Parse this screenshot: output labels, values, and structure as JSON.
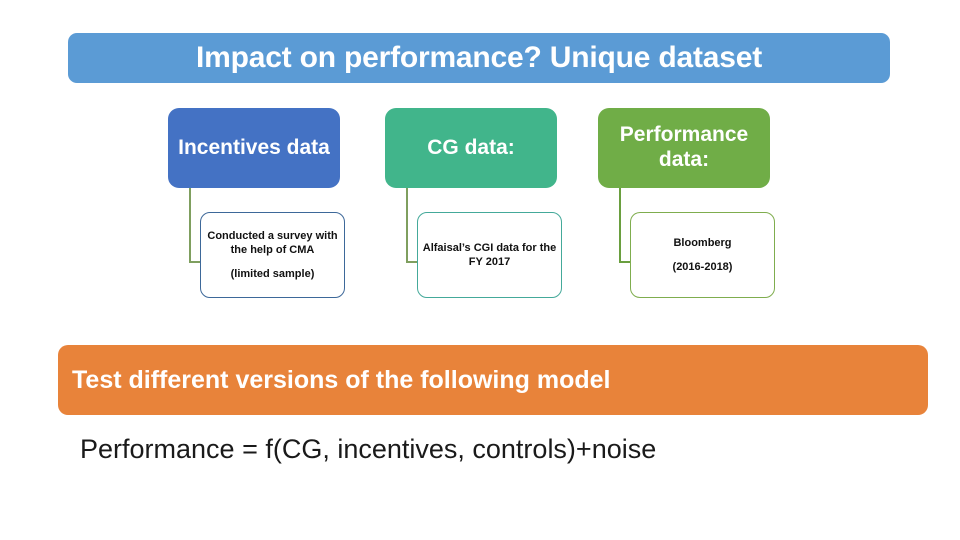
{
  "slide": {
    "title": "Impact on performance? Unique dataset",
    "title_bg": "#5B9BD5"
  },
  "columns": [
    {
      "header_label": "Incentives data",
      "header_bg": "#4472C4",
      "detail_lines": [
        "Conducted a survey with the help of CMA",
        "(limited sample)"
      ],
      "detail_border": "#3D6899",
      "connector_color": "#7F9F5F"
    },
    {
      "header_label": "CG data:",
      "header_bg": "#41B58B",
      "detail_lines": [
        "Alfaisal’s CGI data for the FY 2017"
      ],
      "detail_border": "#44A99A",
      "connector_color": "#7F9F5F"
    },
    {
      "header_label": "Performance data:",
      "header_bg": "#70AD47",
      "detail_lines": [
        "Bloomberg",
        "(2016-2018)"
      ],
      "detail_border": "#7FAD4E",
      "connector_color": "#6A9F3F"
    }
  ],
  "banner": {
    "text": "Test different versions of the following model",
    "bg": "#E8833A"
  },
  "formula": {
    "text": "Performance = f(CG, incentives, controls)+noise"
  }
}
